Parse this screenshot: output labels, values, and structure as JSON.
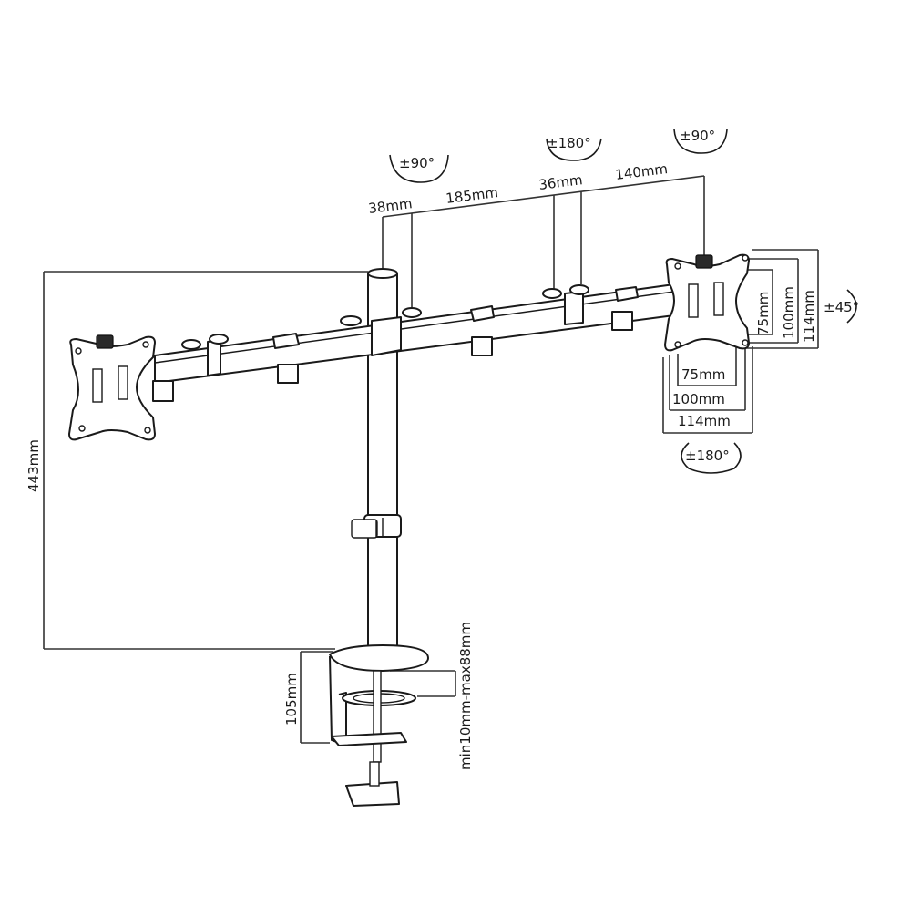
{
  "figure": {
    "title": "Dual monitor desk mount dimension drawing",
    "subject": "dual-arm monitor mount with desk clamp",
    "colors": {
      "background": "#ffffff",
      "line": "#1a1a1a",
      "dimension": "#333333"
    }
  },
  "rotation_labels": {
    "left_arm_joint": "±90°",
    "center_joint": "±180°",
    "right_arm_joint": "±90°",
    "vesa_tilt": "±45°",
    "vesa_rotation": "±180°"
  },
  "arm_dimensions": {
    "pole_to_first_joint": "38mm",
    "first_arm_segment": "185mm",
    "joint_width": "36mm",
    "second_arm_segment": "140mm"
  },
  "vesa_dimensions": {
    "vertical": [
      "75mm",
      "100mm",
      "114mm"
    ],
    "horizontal": [
      "75mm",
      "100mm",
      "114mm"
    ]
  },
  "height_dimensions": {
    "total_height": "443mm",
    "clamp_height": "105mm",
    "desk_thickness_range": "min10mm-max88mm"
  }
}
